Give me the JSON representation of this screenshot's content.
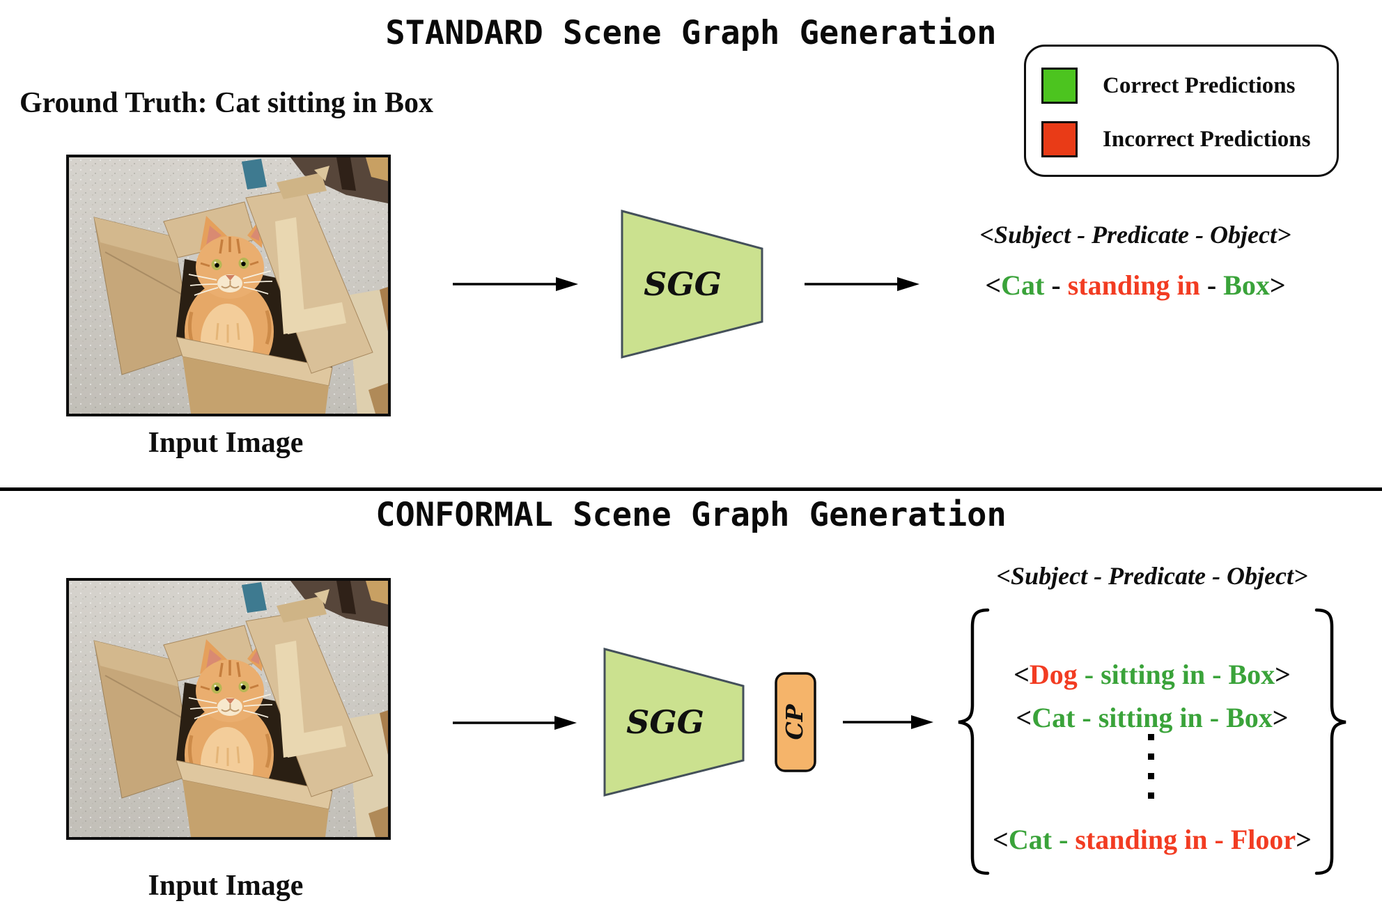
{
  "colors": {
    "correct": "#4cc41f",
    "incorrect": "#e93b17",
    "text_green": "#3aa33a",
    "text_red": "#f23c22",
    "trapezoid_fill": "#cbe18f",
    "trapezoid_stroke": "#44505a",
    "cp_fill": "#f5b46a"
  },
  "legend": {
    "items": [
      {
        "swatch": "colors.correct",
        "label": "Correct Predictions"
      },
      {
        "swatch": "colors.incorrect",
        "label": "Incorrect Predictions"
      }
    ]
  },
  "standard_section": {
    "title": "STANDARD Scene Graph Generation",
    "ground_truth": "Ground Truth: Cat sitting in Box",
    "input_image_label": "Input Image",
    "sgg_label": "SGG",
    "spo_header": "<Subject - Predicate - Object>",
    "prediction": [
      {
        "text": "<",
        "color": "black"
      },
      {
        "text": "Cat",
        "color": "green"
      },
      {
        "text": " - ",
        "color": "black"
      },
      {
        "text": "standing in",
        "color": "red"
      },
      {
        "text": " - ",
        "color": "black"
      },
      {
        "text": "Box",
        "color": "green"
      },
      {
        "text": ">",
        "color": "black"
      }
    ]
  },
  "conformal_section": {
    "title": "CONFORMAL Scene Graph Generation",
    "input_image_label": "Input Image",
    "sgg_label": "SGG",
    "cp_label": "CP",
    "spo_header": "<Subject - Predicate - Object>",
    "ellipsis_dots": 4,
    "predictions": [
      [
        {
          "text": "<",
          "color": "black"
        },
        {
          "text": "Dog",
          "color": "red"
        },
        {
          "text": " - ",
          "color": "green"
        },
        {
          "text": "sitting in",
          "color": "green"
        },
        {
          "text": " - ",
          "color": "green"
        },
        {
          "text": "Box",
          "color": "green"
        },
        {
          "text": ">",
          "color": "black"
        }
      ],
      [
        {
          "text": "<",
          "color": "black"
        },
        {
          "text": "Cat - sitting in - Box",
          "color": "green"
        },
        {
          "text": ">",
          "color": "black"
        }
      ],
      [
        {
          "text": "<",
          "color": "black"
        },
        {
          "text": "Cat",
          "color": "green"
        },
        {
          "text": " - ",
          "color": "green"
        },
        {
          "text": "standing in",
          "color": "red"
        },
        {
          "text": " - ",
          "color": "red"
        },
        {
          "text": "Floor",
          "color": "red"
        },
        {
          "text": ">",
          "color": "black"
        }
      ]
    ]
  }
}
